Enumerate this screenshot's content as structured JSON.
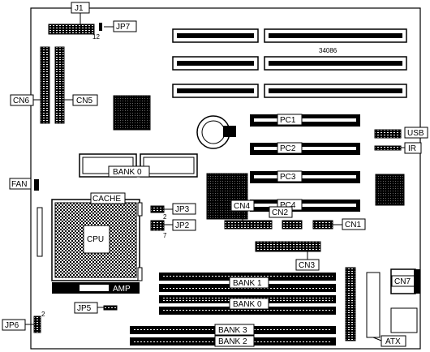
{
  "board_id": "34086",
  "labels": {
    "j1": "J1",
    "jp7": "JP7",
    "pin12": "12",
    "cn6": "CN6",
    "cn5": "CN5",
    "pc1": "PC1",
    "pc2": "PC2",
    "pc3": "PC3",
    "pc4": "PC4",
    "usb": "USB",
    "ir": "IR",
    "bank0_cache": "BANK 0",
    "cache": "CACHE",
    "fan": "FAN",
    "cpu": "CPU",
    "amp": "AMP",
    "jp3": "JP3",
    "jp2": "JP2",
    "pin2_jp": "2",
    "pin7_jp": "7",
    "cn4": "CN4",
    "cn2": "CN2",
    "cn1": "CN1",
    "cn3": "CN3",
    "bank1": "BANK 1",
    "bank0": "BANK 0",
    "cn7": "CN7",
    "jp5": "JP5",
    "jp6": "JP6",
    "pin2_jp6": "2",
    "bank3": "BANK 3",
    "bank2": "BANK 2",
    "atx": "ATX"
  },
  "colors": {
    "line": "#000000",
    "fill_dark": "#000000",
    "paper": "#ffffff"
  }
}
